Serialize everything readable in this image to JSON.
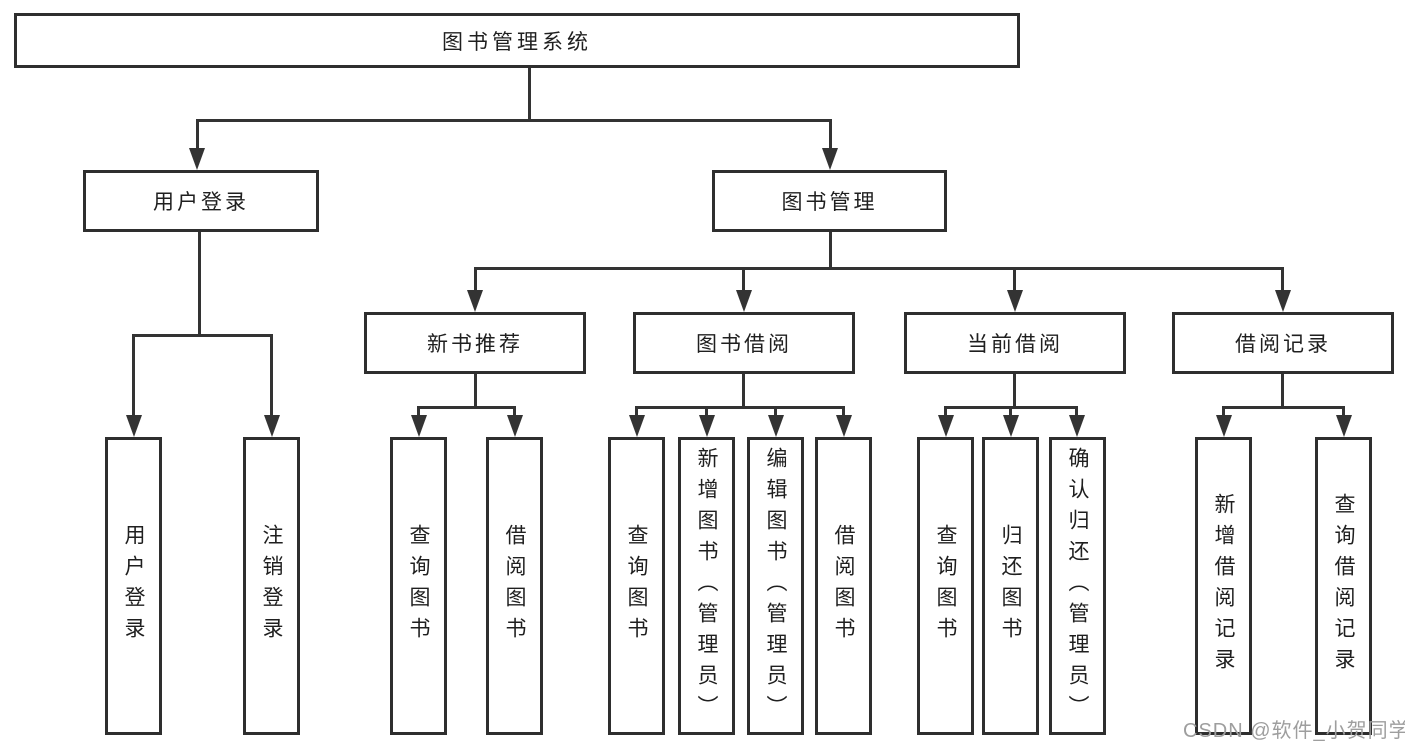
{
  "tree": {
    "root": {
      "label": "图书管理系统"
    },
    "children": [
      {
        "label": "用户登录",
        "children": [
          {
            "label": "用户登录"
          },
          {
            "label": "注销登录"
          }
        ]
      },
      {
        "label": "图书管理",
        "children": [
          {
            "label": "新书推荐",
            "children": [
              {
                "label": "查询图书"
              },
              {
                "label": "借阅图书"
              }
            ]
          },
          {
            "label": "图书借阅",
            "children": [
              {
                "label": "查询图书"
              },
              {
                "label": "新增图书（管理员）"
              },
              {
                "label": "编辑图书（管理员）"
              },
              {
                "label": "借阅图书"
              }
            ]
          },
          {
            "label": "当前借阅",
            "children": [
              {
                "label": "查询图书"
              },
              {
                "label": "归还图书"
              },
              {
                "label": "确认归还（管理员）"
              }
            ]
          },
          {
            "label": "借阅记录",
            "children": [
              {
                "label": "新增借阅记录"
              },
              {
                "label": "查询借阅记录"
              }
            ]
          }
        ]
      }
    ]
  },
  "watermark": {
    "text": "CSDN @软件_小贺同学",
    "color": "#9e9e9e"
  },
  "colors": {
    "line": "#333333",
    "box_border": "#2e2e2e",
    "text": "#1f1f1f",
    "background": "#ffffff"
  }
}
